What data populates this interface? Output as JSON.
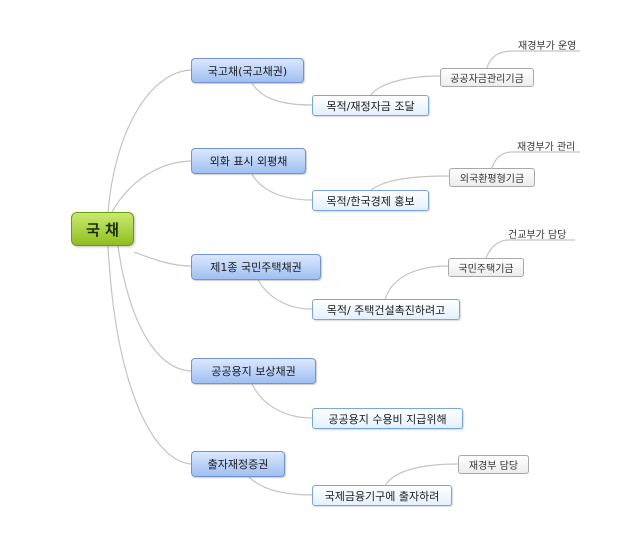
{
  "root": {
    "label": "국 채"
  },
  "branches": [
    {
      "label": "국고채(국고채권)",
      "sub": "목적/재정자금 조달",
      "leaf": "공공자금관리기금",
      "note": "재경부가 운영"
    },
    {
      "label": "외화 표시 외평채",
      "sub": "목적/한국경제 홍보",
      "leaf": "외국환평형기금",
      "note": "재경부가 관리"
    },
    {
      "label": "제1종 국민주택채권",
      "sub": "목적/ 주택건설촉진하려고",
      "leaf": "국민주택기금",
      "note": "건교부가 담당"
    },
    {
      "label": "공공용지 보상채권",
      "sub": "공공용지 수용비 지급위해"
    },
    {
      "label": "출자재정증권",
      "sub": "국제금융기구에 출자하려",
      "leaf": "재경부 담당"
    }
  ],
  "colors": {
    "connector": "#c4c4c4",
    "root_fill": "#a6d13b",
    "branch_fill": "#b4ccf5",
    "sub_border": "#79a6e3",
    "leaf_border": "#a8a8a8"
  }
}
